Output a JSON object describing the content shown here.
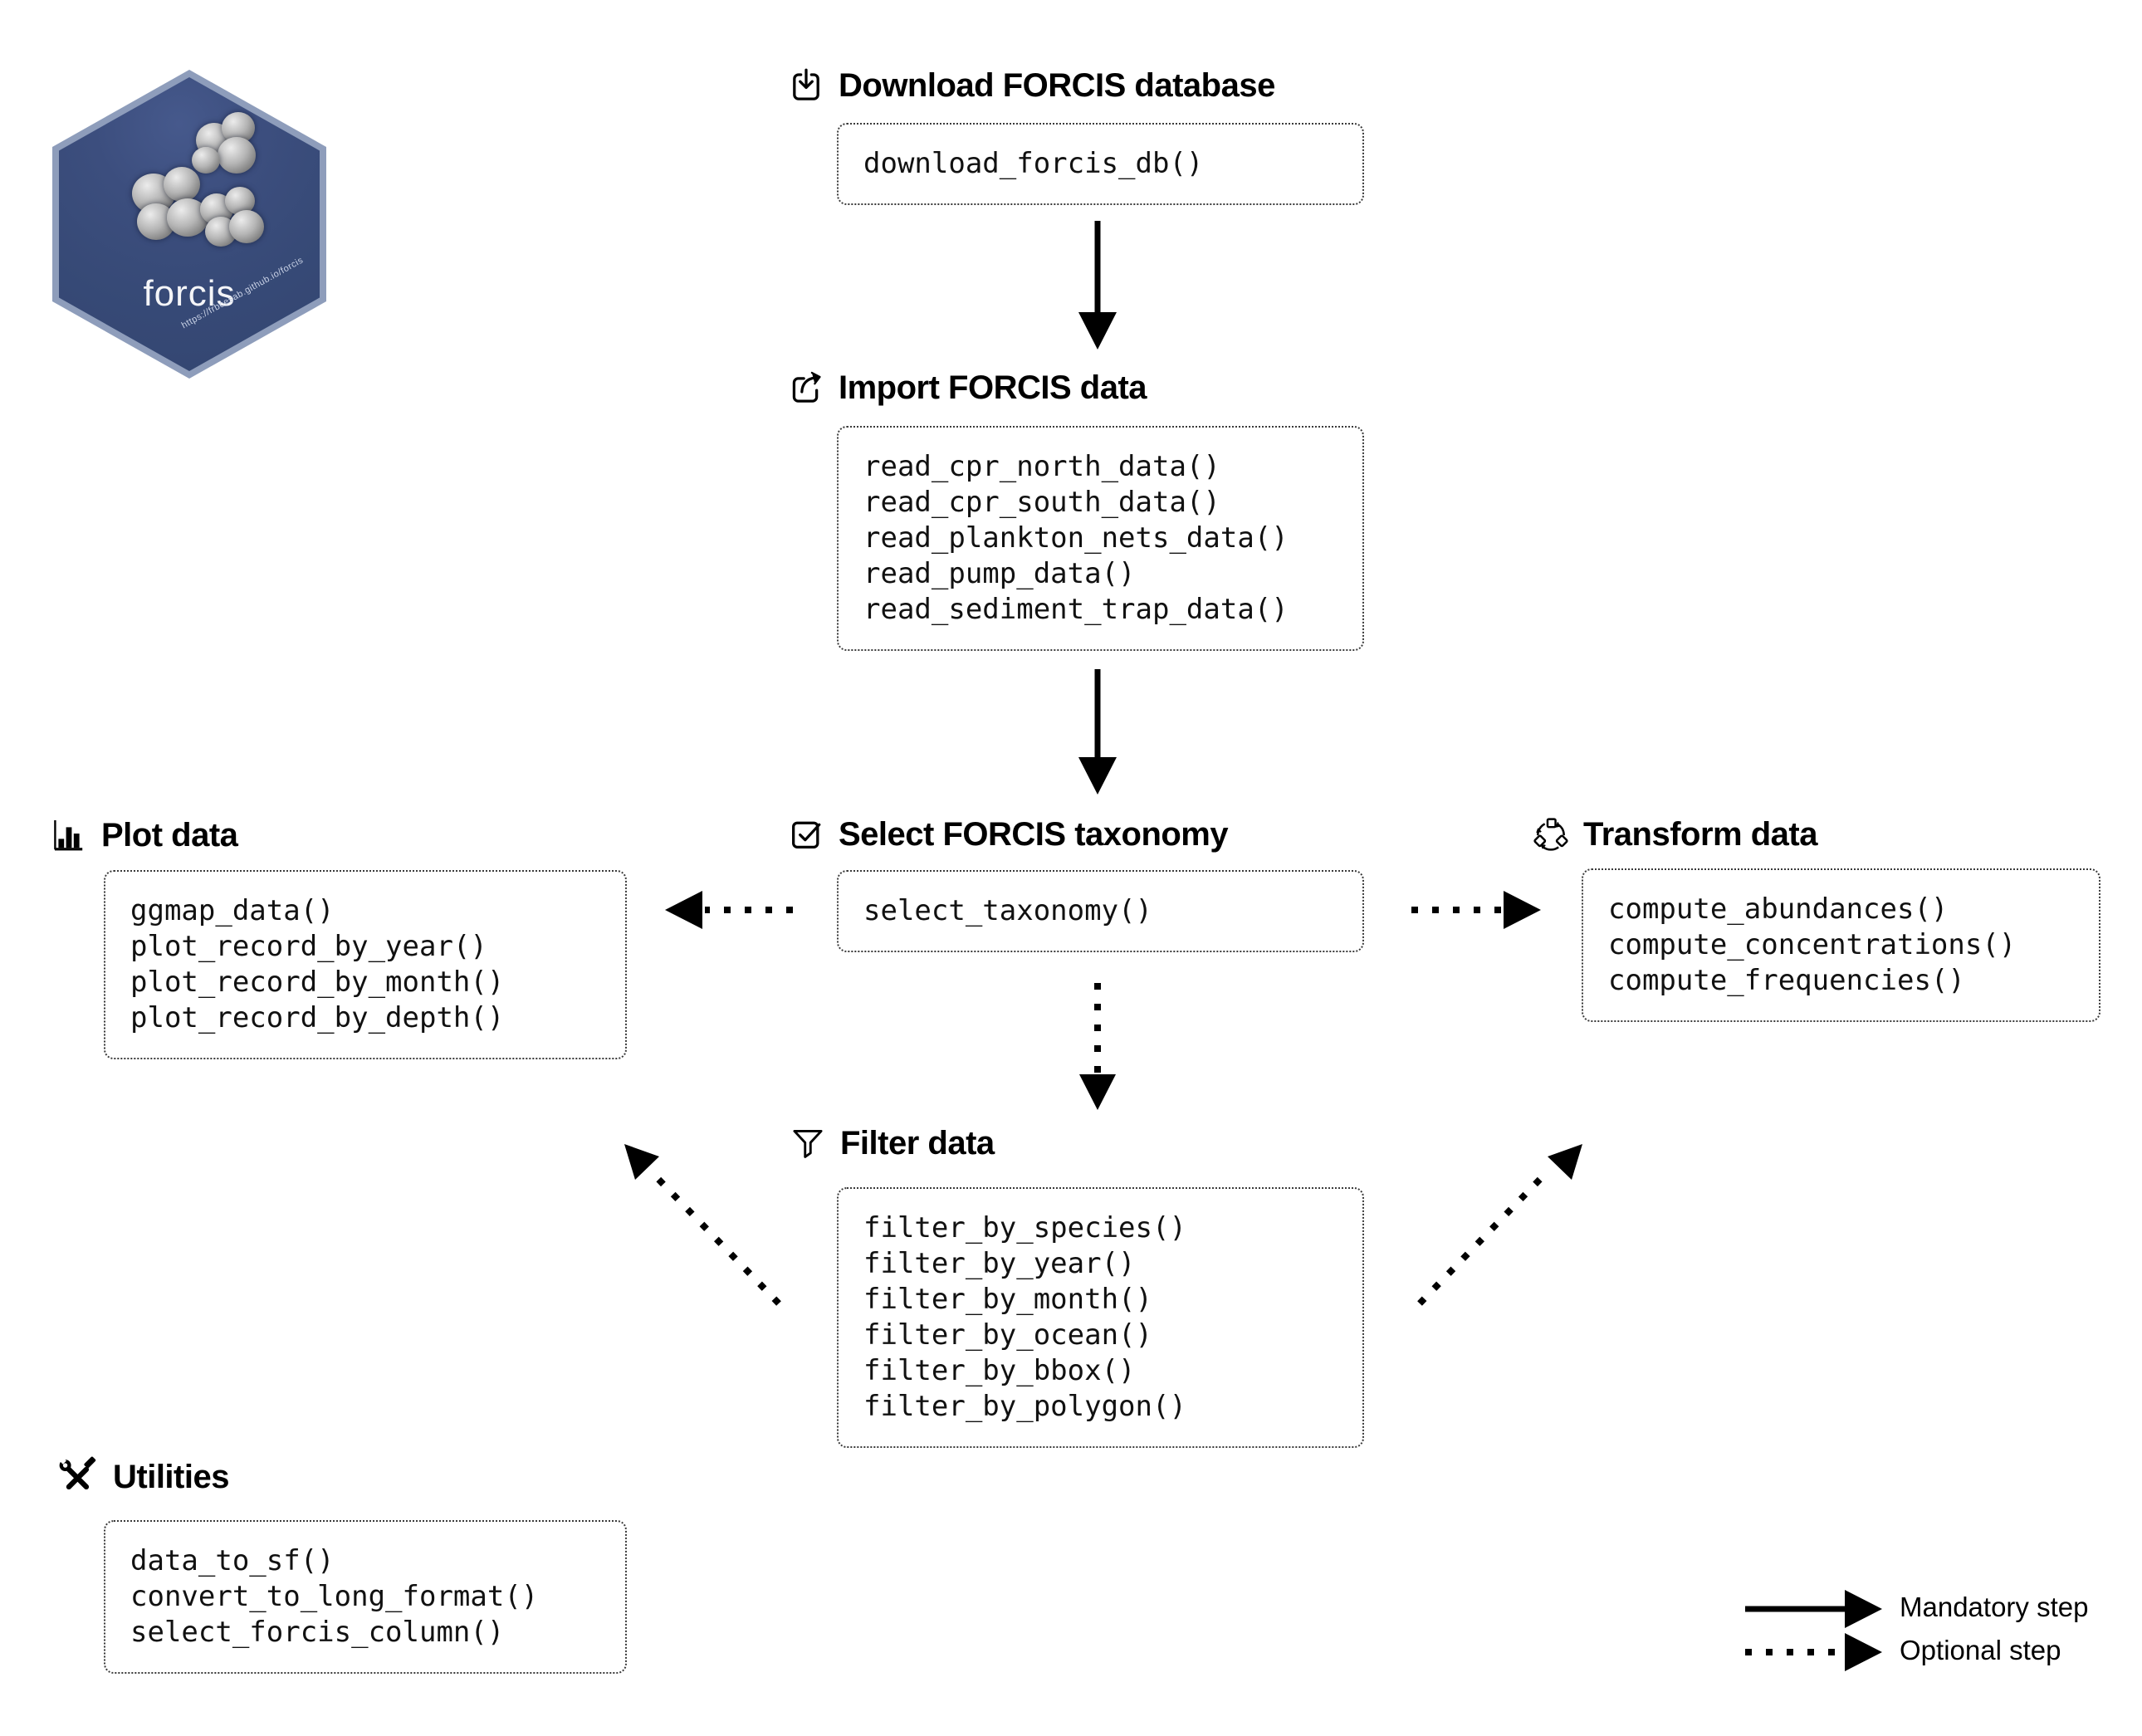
{
  "logo": {
    "name": "forcis",
    "url": "https://frbcesab.github.io/forcis",
    "hex_fill": "#374a77",
    "hex_border": "#8e9dbb"
  },
  "sections": {
    "download": {
      "title": "Download FORCIS database",
      "icon": "download-tray-icon",
      "functions": [
        "download_forcis_db()"
      ]
    },
    "import": {
      "title": "Import FORCIS data",
      "icon": "export-arrow-icon",
      "functions": [
        "read_cpr_north_data()",
        "read_cpr_south_data()",
        "read_plankton_nets_data()",
        "read_pump_data()",
        "read_sediment_trap_data()"
      ]
    },
    "plot": {
      "title": "Plot data",
      "icon": "bar-chart-icon",
      "functions": [
        "ggmap_data()",
        "plot_record_by_year()",
        "plot_record_by_month()",
        "plot_record_by_depth()"
      ]
    },
    "taxonomy": {
      "title": "Select FORCIS taxonomy",
      "icon": "checkbox-check-icon",
      "functions": [
        "select_taxonomy()"
      ]
    },
    "transform": {
      "title": "Transform data",
      "icon": "recycle-cycle-icon",
      "functions": [
        "compute_abundances()",
        "compute_concentrations()",
        "compute_frequencies()"
      ]
    },
    "filter": {
      "title": "Filter data",
      "icon": "funnel-icon",
      "functions": [
        "filter_by_species()",
        "filter_by_year()",
        "filter_by_month()",
        "filter_by_ocean()",
        "filter_by_bbox()",
        "filter_by_polygon()"
      ]
    },
    "utilities": {
      "title": "Utilities",
      "icon": "crossed-tools-icon",
      "functions": [
        "data_to_sf()",
        "convert_to_long_format()",
        "select_forcis_column()"
      ]
    }
  },
  "legend": {
    "mandatory_label": "Mandatory step",
    "optional_label": "Optional step"
  },
  "colors": {
    "text": "#000000",
    "box_border": "#3a3a3a",
    "arrow": "#000000"
  }
}
